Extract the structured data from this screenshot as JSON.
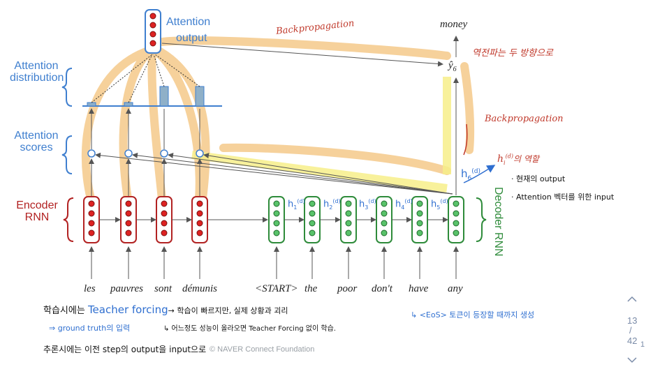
{
  "diagram": {
    "output_word": "money",
    "y_hat": "ŷ",
    "y_hat_sub": "6",
    "attention_output_line1": "Attention",
    "attention_output_line2": "output",
    "attention_distribution_label": "Attention distribution",
    "attention_scores_label": "Attention scores",
    "encoder_rnn_label": "Encoder RNN",
    "decoder_rnn_label": "Decoder RNN",
    "encoder_words": [
      "les",
      "pauvres",
      "sont",
      "démunis"
    ],
    "decoder_words": [
      "<START>",
      "the",
      "poor",
      "don't",
      "have",
      "any"
    ],
    "h_labels": [
      "h",
      "h",
      "h",
      "h",
      "h"
    ],
    "h_subs": [
      "1",
      "2",
      "3",
      "4",
      "5"
    ],
    "h_sup": "(d)",
    "h6": "h",
    "h6_sub": "6",
    "h6_sup": "(d)",
    "colors": {
      "encoder": "#b22222",
      "decoder": "#2e8b3a",
      "attention": "#3f7fcf",
      "highlight": "#f3c27a",
      "yellow": "#f7ef8a"
    }
  },
  "annotations": {
    "backprop_top": "Backpropagation",
    "backprop_right": "Backpropagation",
    "two_directions": "역전파는 두 방향으로",
    "hi_role_h": "h",
    "hi_role_sub": "i",
    "hi_role_sup": "(d)",
    "hi_role_text": "의 역할",
    "bullet1": "· 현재의 output",
    "bullet2": "· Attention 벡터를 위한 input",
    "eos_note": "↳ <EoS> 토큰이 등장할 때까지 생성",
    "train_prefix": "학습시에는 ",
    "teacher_forcing": "Teacher forcing",
    "train_arrow_text": "→ 학습이 빠르지만, 실제 상황과 괴리",
    "ground_truth": "⇒ ground truth의 입력",
    "sub_note": "↳ 어느정도 성능이 올라오면 Teacher Forcing 없이 학습.",
    "inference_note": "추론시에는 이전 step의 output을 input으로"
  },
  "footer": {
    "copyright": "© NAVER Connect Foundation",
    "page_current": "13",
    "page_sep": "/",
    "page_total": "42",
    "page_marker": "1"
  }
}
